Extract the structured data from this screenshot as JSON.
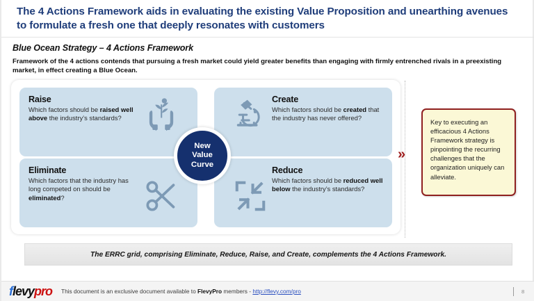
{
  "header": {
    "title": "The 4 Actions Framework aids in evaluating the existing Value Proposition and unearthing avenues to formulate a fresh one that deeply resonates with customers"
  },
  "section": {
    "subtitle": "Blue Ocean Strategy – 4 Actions Framework",
    "intro": "Framework of the 4 actions contends that pursuing a fresh market could yield greater benefits than engaging with firmly entrenched rivals in a preexisting market, in effect creating a Blue Ocean."
  },
  "center": {
    "label": "New Value Curve",
    "line1": "New",
    "line2": "Value",
    "line3": "Curve",
    "color": "#15306e"
  },
  "quadrants": [
    {
      "id": "raise",
      "title": "Raise",
      "body_prefix": "Which factors should be ",
      "body_bold": "raised well above",
      "body_suffix": " the industry’s standards?",
      "icon": "hands-plant-icon",
      "position": "top-left"
    },
    {
      "id": "create",
      "title": "Create",
      "body_prefix": "Which factors should be ",
      "body_bold": "created",
      "body_suffix": " that the industry has never offered?",
      "icon": "microscope-icon",
      "position": "top-right"
    },
    {
      "id": "eliminate",
      "title": "Eliminate",
      "body_prefix": "Which factors that the industry has long competed on should be ",
      "body_bold": "eliminated",
      "body_suffix": "?",
      "icon": "scissors-icon",
      "position": "bottom-left"
    },
    {
      "id": "reduce",
      "title": "Reduce",
      "body_prefix": "Which factors should be ",
      "body_bold": "reduced well below",
      "body_suffix": " the industry’s standards?",
      "icon": "shrink-arrows-icon",
      "position": "bottom-right"
    }
  ],
  "callout": {
    "text": "Key to executing an efficacious 4 Actions Framework strategy is pinpointing the recurring challenges that the organization uniquely can alleviate.",
    "border_color": "#8f2020",
    "background_color": "#fbf8d6"
  },
  "chevron": {
    "glyph": "»",
    "color": "#9e1b1b"
  },
  "banner": {
    "text": "The ERRC grid, comprising Eliminate, Reduce, Raise, and Create, complements the 4 Actions Framework."
  },
  "footer": {
    "logo_f": "f",
    "logo_levy": "levy",
    "logo_pro": "pro",
    "note_prefix": "This document is an exclusive document available to ",
    "note_bold": "FlevyPro",
    "note_middle": " members - ",
    "link": "http://flevy.com/pro",
    "page_number": "8"
  }
}
